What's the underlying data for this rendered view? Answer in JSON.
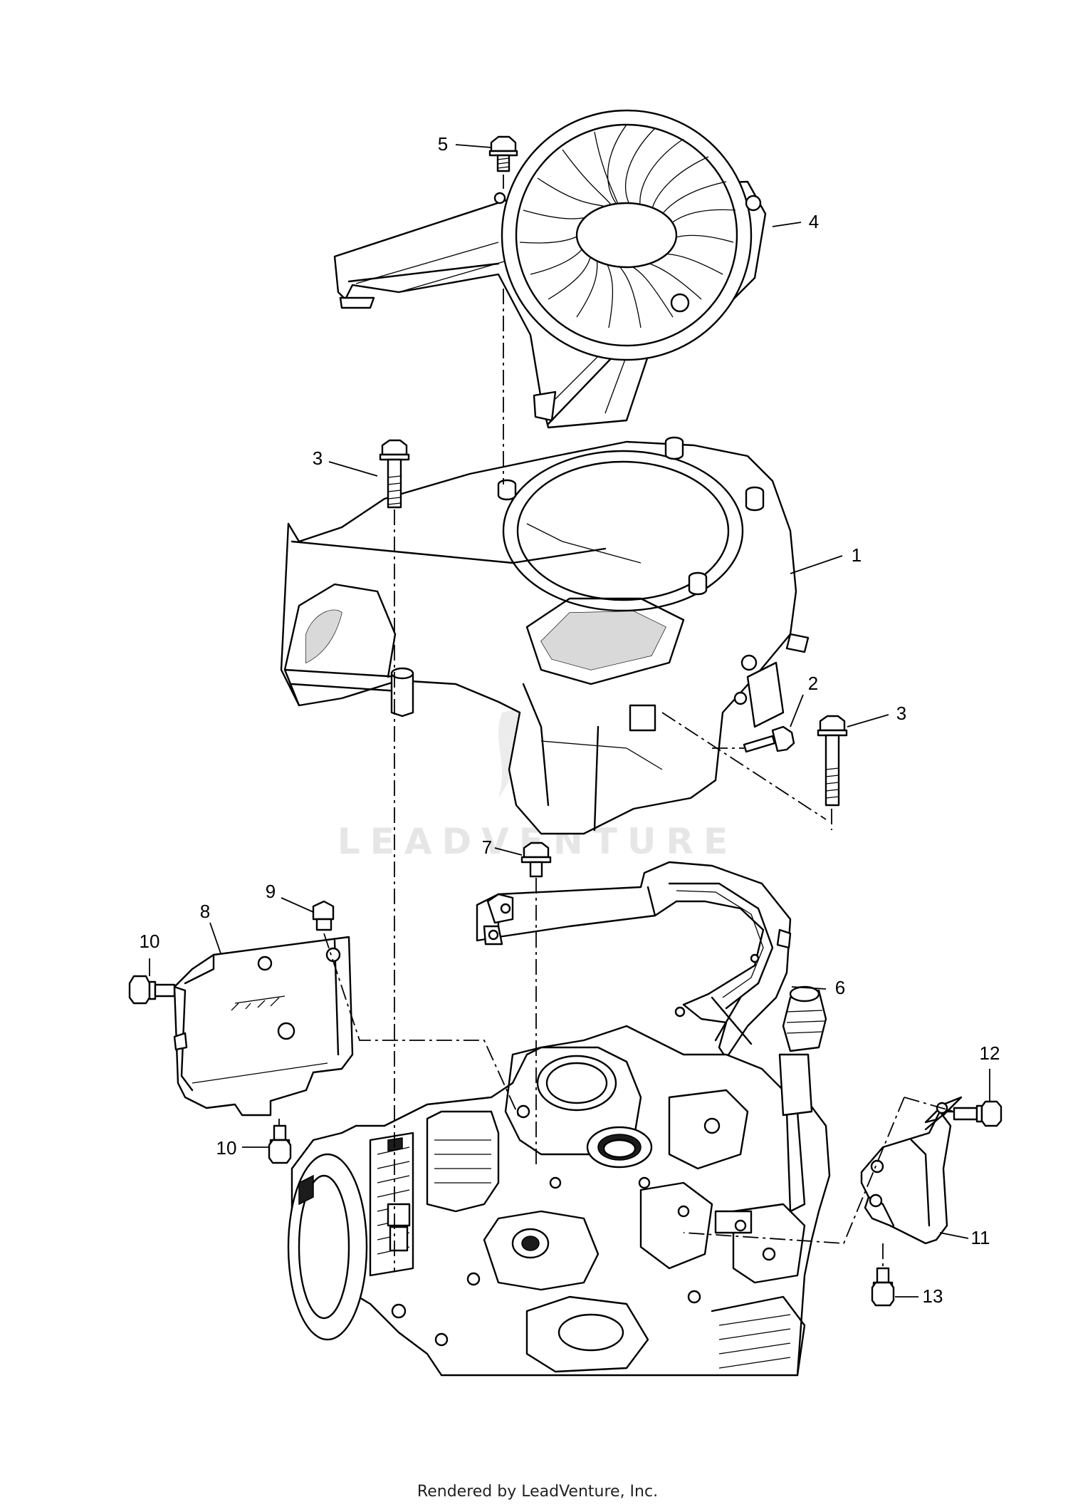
{
  "diagram": {
    "watermark": "LEADVENTURE",
    "footer": "Rendered by LeadVenture, Inc.",
    "callouts": [
      "5",
      "4",
      "3",
      "1",
      "2",
      "3",
      "7",
      "9",
      "8",
      "10",
      "6",
      "12",
      "10",
      "11",
      "13"
    ]
  }
}
